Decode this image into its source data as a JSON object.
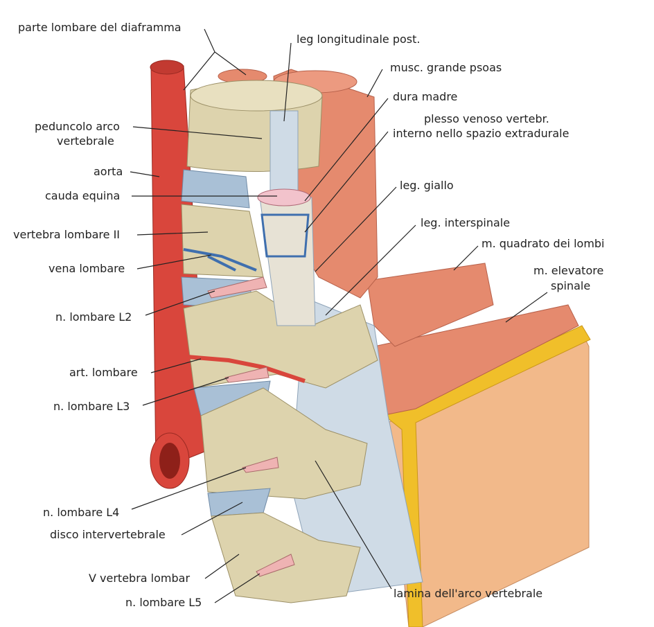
{
  "labels": {
    "diaphragm": "parte lombare del diaframma",
    "post_long_lig": "leg longitudinale post.",
    "psoas": "musc. grande psoas",
    "dura": "dura madre",
    "plexus_1": "plesso venoso vertebr.",
    "plexus_2": "interno nello spazio extradurale",
    "flavum": "leg. giallo",
    "interspinal": "leg. interspinale",
    "quadratus": "m. quadrato dei lombi",
    "erector_1": "m. elevatore",
    "erector_2": "spinale",
    "lamina": "lamina dell'arco vertebrale",
    "pedicle_1": "peduncolo arco",
    "pedicle_2": "vertebrale",
    "aorta": "aorta",
    "cauda": "cauda equina",
    "vertebra_ii": "vertebra lombare II",
    "lumbar_vein": "vena lombare",
    "nerve_l2": "n. lombare L2",
    "lumbar_artery": "art. lombare",
    "nerve_l3": "n. lombare L3",
    "nerve_l4": "n. lombare L4",
    "disc": "disco intervertebrale",
    "vertebra_v": "V vertebra lombar",
    "nerve_l5": "n. lombare L5"
  },
  "colors": {
    "artery": "#d9463c",
    "muscle": "#e58a6e",
    "bone": "#ddd3ad",
    "disc": "#a9c0d6",
    "ligament": "#cfdbe6",
    "fat": "#f0bf2a",
    "skin": "#f2b98a",
    "vein": "#3f6fae",
    "nerve": "#efb3b3"
  }
}
